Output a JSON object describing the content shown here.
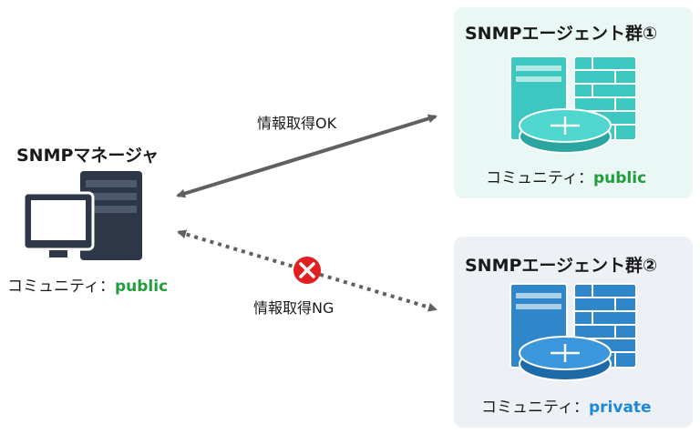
{
  "manager": {
    "title": "SNMPマネージャ",
    "community_label": "コミュニティ：",
    "community_value": "public",
    "value_color": "#1f9e3a"
  },
  "agent_groups": [
    {
      "title": "SNMPエージェント群①",
      "community_label": "コミュニティ：",
      "community_value": "public",
      "value_color": "#1f9e3a",
      "panel_color": "#e9f7f5",
      "device_color": "#3cc7c0"
    },
    {
      "title": "SNMPエージェント群②",
      "community_label": "コミュニティ：",
      "community_value": "private",
      "value_color": "#1e88d8",
      "panel_color": "#edf1f6",
      "device_color": "#2f86c9"
    }
  ],
  "links": [
    {
      "label": "情報取得OK",
      "style": "solid",
      "status": "ok"
    },
    {
      "label": "情報取得NG",
      "style": "dotted",
      "status": "ng",
      "status_icon": "blocked-x-icon"
    }
  ],
  "colors": {
    "arrow": "#606060",
    "ng_icon": "#e02020"
  }
}
